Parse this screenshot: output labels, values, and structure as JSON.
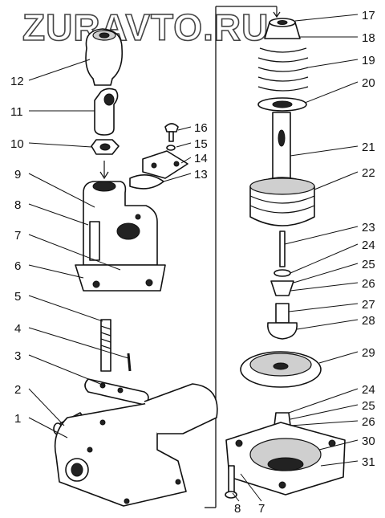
{
  "watermark": "ZURAVTO.RU",
  "callouts_left": [
    "12",
    "11",
    "10",
    "9",
    "8",
    "7",
    "6",
    "5",
    "4",
    "3",
    "2",
    "1"
  ],
  "callouts_right": [
    "17",
    "18",
    "19",
    "20",
    "21",
    "22",
    "23",
    "24",
    "25",
    "26",
    "27",
    "28",
    "29",
    "24",
    "25",
    "26",
    "30",
    "31"
  ],
  "callouts_bottom": [
    "8",
    "7"
  ]
}
